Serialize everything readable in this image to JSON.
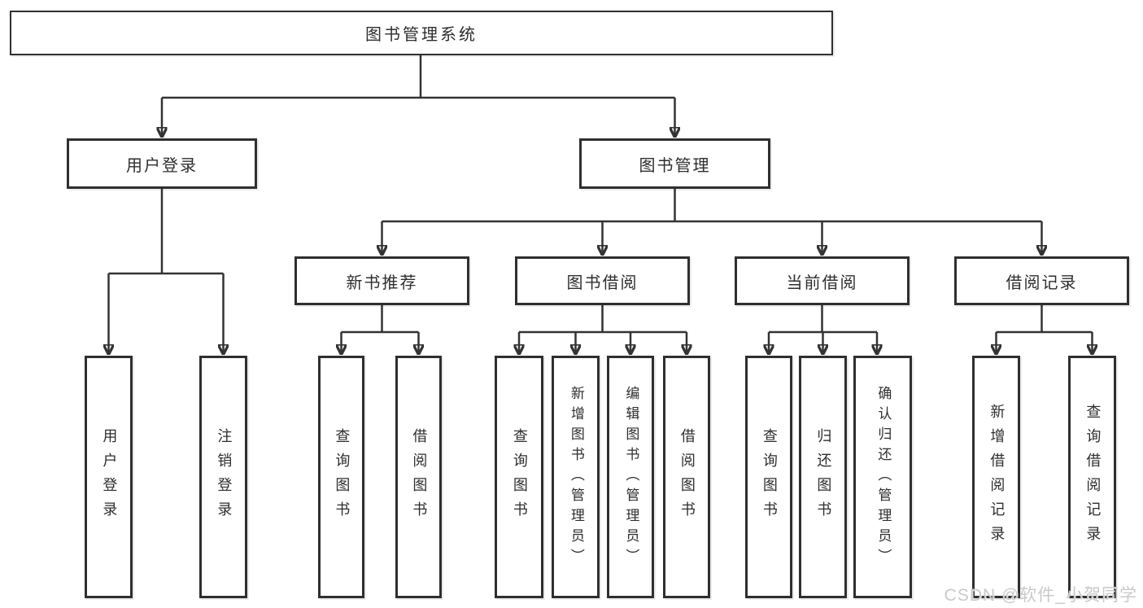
{
  "diagram": {
    "type": "hierarchy-tree",
    "line_color": "#333333",
    "box_border_color": "#2f2f2f",
    "background_color": "#ffffff",
    "nodes": {
      "root": "图书管理系统",
      "user_login": "用户登录",
      "book_mgmt": "图书管理",
      "new_books": "新书推荐",
      "book_borrow": "图书借阅",
      "current_borrow": "当前借阅",
      "borrow_records": "借阅记录",
      "leaves": {
        "user_login_child_1": "用户登录",
        "user_login_child_2": "注销登录",
        "new_books_child_1": "查询图书",
        "new_books_child_2": "借阅图书",
        "book_borrow_child_1": "查询图书",
        "book_borrow_child_2": "新增图书（管理员）",
        "book_borrow_child_3": "编辑图书（管理员）",
        "book_borrow_child_4": "借阅图书",
        "current_borrow_child_1": "查询图书",
        "current_borrow_child_2": "归还图书",
        "current_borrow_child_3": "确认归还（管理员）",
        "borrow_records_child_1": "新增借阅记录",
        "borrow_records_child_2": "查询借阅记录"
      }
    }
  },
  "watermark": {
    "text": "CSDN @软件_小贺同学",
    "color": "#c9c9c9"
  }
}
